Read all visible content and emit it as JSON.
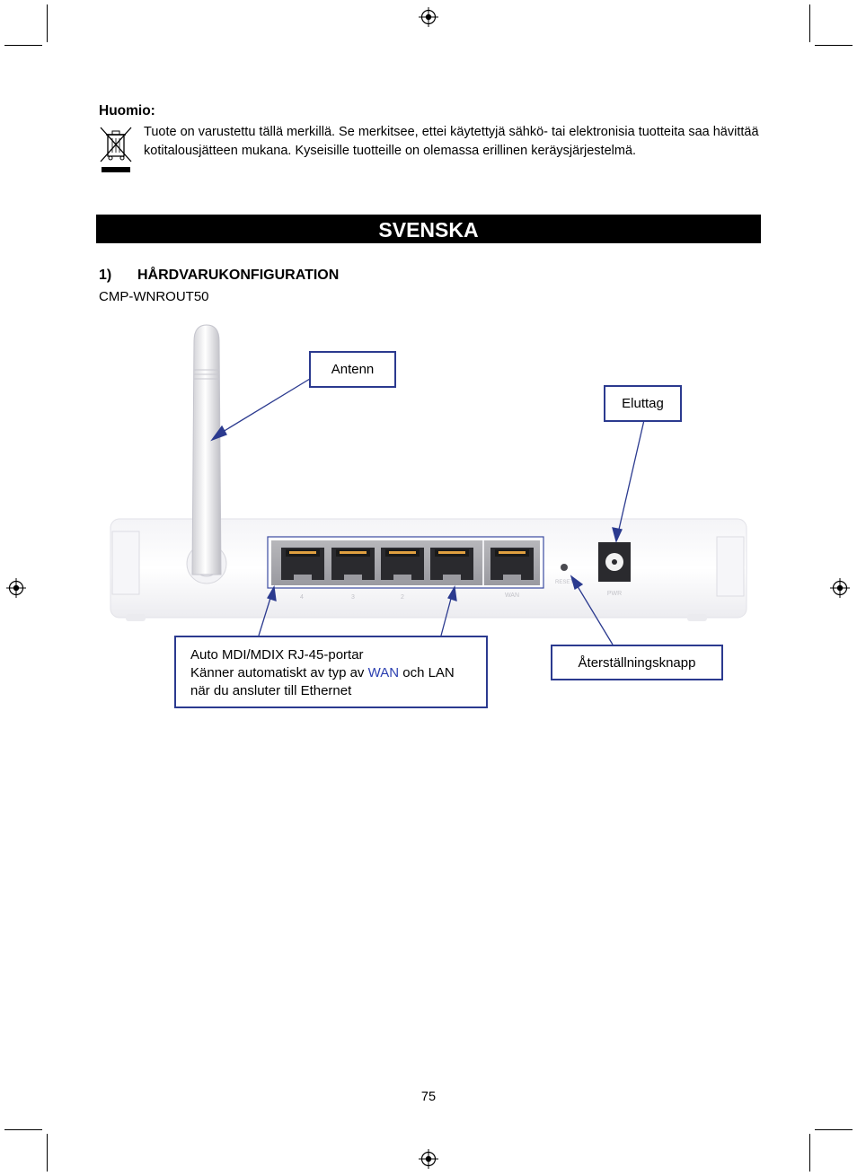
{
  "note": {
    "title": "Huomio:",
    "text": "Tuote on varustettu tällä merkillä. Se merkitsee, ettei käytettyjä sähkö- tai elektronisia tuotteita saa hävittää kotitalousjätteen mukana. Kyseisille tuotteille on olemassa erillinen keräysjärjestelmä."
  },
  "banner": "SVENSKA",
  "section": {
    "number": "1)",
    "title": "HÅRDVARUKONFIGURATION"
  },
  "model": "CMP-WNROUT50",
  "callouts": {
    "antenna": "Antenn",
    "power": "Eluttag",
    "ports_line1": "Auto MDI/MDIX RJ-45-portar",
    "ports_line2_prefix": "Känner automatiskt av typ av ",
    "ports_line2_wan": "WAN",
    "ports_line2_suffix": " och LAN",
    "ports_line3": "när du ansluter till Ethernet",
    "reset": "Återställningsknapp"
  },
  "router_labels": {
    "port_4": "4",
    "port_3": "3",
    "port_2": "2",
    "port_wan": "WAN",
    "reset": "RESET",
    "power": "PWR"
  },
  "page_number": "75",
  "icons": [
    "registration-mark-icon",
    "crossed-bin-icon"
  ],
  "colors": {
    "callout_border": "#2b3a8f",
    "wan_text": "#2b3fb0",
    "banner_bg": "#000000"
  }
}
